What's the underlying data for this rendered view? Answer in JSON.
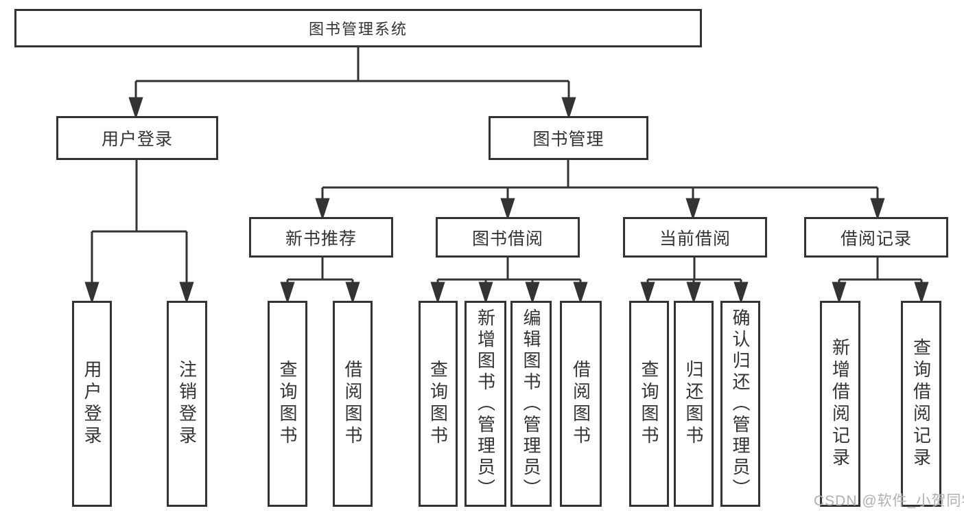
{
  "tree": {
    "root": "图书管理系统",
    "branches": [
      {
        "label": "用户登录",
        "leaves": [
          "用户登录",
          "注销登录"
        ]
      },
      {
        "label": "图书管理",
        "groups": [
          {
            "label": "新书推荐",
            "leaves": [
              "查询图书",
              "借阅图书"
            ]
          },
          {
            "label": "图书借阅",
            "leaves": [
              "查询图书",
              "新增图书（管理员）",
              "编辑图书（管理员）",
              "借阅图书"
            ]
          },
          {
            "label": "当前借阅",
            "leaves": [
              "查询图书",
              "归还图书",
              "确认归还（管理员）"
            ]
          },
          {
            "label": "借阅记录",
            "leaves": [
              "新增借阅记录",
              "查询借阅记录"
            ]
          }
        ]
      }
    ]
  },
  "watermark": "CSDN @软件_小贺同学",
  "colors": {
    "line": "#333333",
    "text": "#333333",
    "box_background": "#ffffff",
    "watermark": "#b0b0b0",
    "page_background": "#ffffff"
  }
}
